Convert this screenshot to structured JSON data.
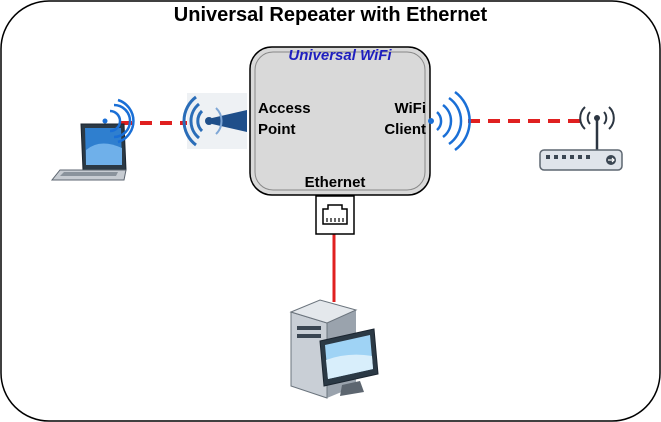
{
  "diagram": {
    "title": "Universal Repeater with Ethernet",
    "device": {
      "brand": "Universal WiFi",
      "access_point_line1": "Access",
      "access_point_line2": "Point",
      "wifi_client_line1": "WiFi",
      "wifi_client_line2": "Client",
      "ethernet": "Ethernet"
    },
    "nodes": [
      "laptop-icon",
      "access-point-antenna-icon",
      "wifi-signal-icon",
      "wireless-router-icon",
      "ethernet-port-icon",
      "desktop-computer-icon"
    ],
    "colors": {
      "wireless_link": "#e02020",
      "wired_link": "#e02020",
      "device_fill": "#d9d9d9",
      "brand_text": "#1f1fbf",
      "wifi_waves": "#1a6fd6"
    }
  }
}
